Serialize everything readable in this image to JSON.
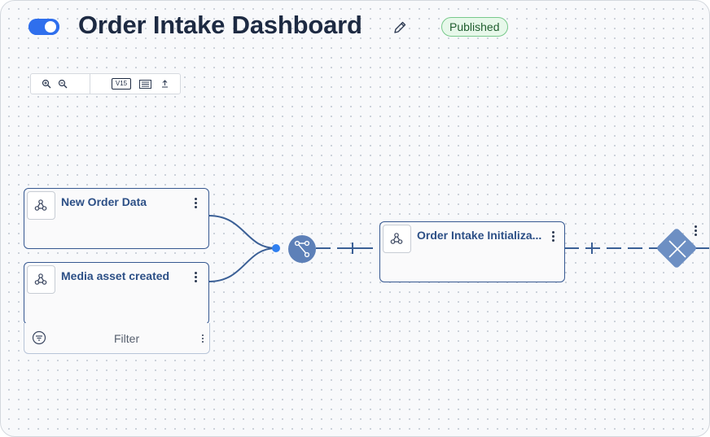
{
  "header": {
    "toggle_state": "on",
    "title": "Order Intake Dashboard",
    "edit_icon": "pencil-icon",
    "status_badge": "Published"
  },
  "toolbar": {
    "zoom_in_icon": "zoom-in-icon",
    "zoom_out_icon": "zoom-out-icon",
    "version_label": "V15",
    "list_icon": "list-icon",
    "export_icon": "upload-icon"
  },
  "canvas": {
    "trigger_nodes": [
      {
        "label": "New Order Data",
        "icon": "webhook-icon"
      },
      {
        "label": "Media asset created",
        "icon": "webhook-icon",
        "filter_label": "Filter"
      }
    ],
    "merge_node_icon": "merge-icon",
    "step_node": {
      "label": "Order Intake Initializa...",
      "icon": "webhook-icon"
    },
    "end_node_icon": "close-x-icon",
    "colors": {
      "accent": "#2f6fed",
      "node_border": "#365891",
      "connector": "#3a5f96",
      "badge_bg": "#e7f8ea"
    }
  }
}
